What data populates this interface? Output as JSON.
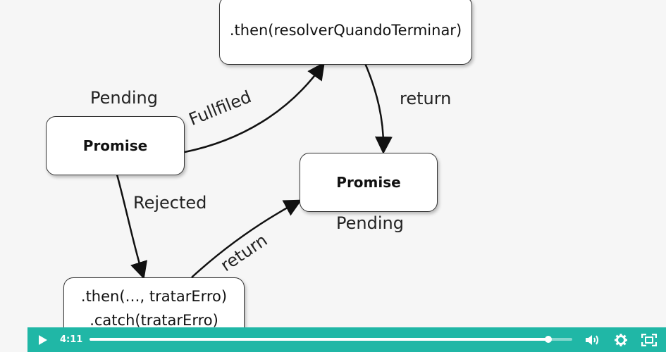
{
  "diagram": {
    "top_box": ".then(resolverQuandoTerminar)",
    "left_box": "Promise",
    "left_state": "Pending",
    "right_box": "Promise",
    "right_state": "Pending",
    "bottom_box_line1": ".then(…, tratarErro)",
    "bottom_box_line2": ".catch(tratarErro)",
    "edge_fulfilled": "Fullfiled",
    "edge_rejected": "Rejected",
    "edge_return_top": "return",
    "edge_return_bottom": "return"
  },
  "player": {
    "time": "4:11",
    "progress": 0.95,
    "accent": "#20b7a6",
    "icons": [
      "play-icon",
      "volume-icon",
      "settings-icon",
      "fullscreen-icon"
    ]
  }
}
